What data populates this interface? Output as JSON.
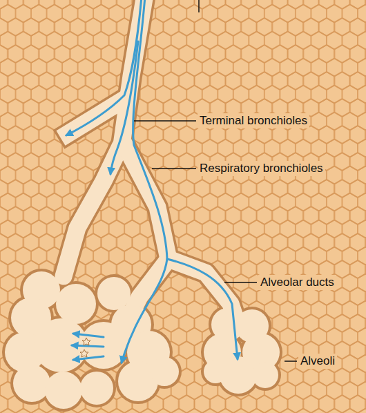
{
  "diagram": {
    "labels": [
      "Terminal bronchioles",
      "Respiratory bronchioles",
      "Alveolar ducts",
      "Alveoli"
    ]
  }
}
